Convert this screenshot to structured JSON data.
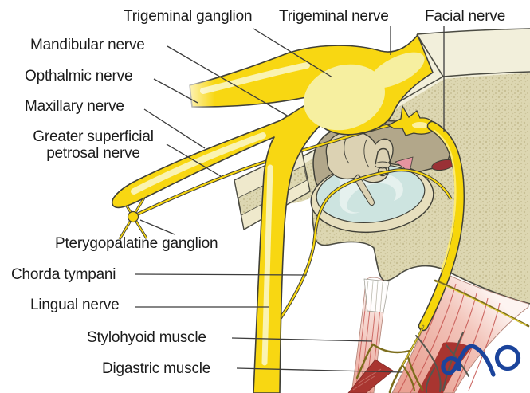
{
  "figure": {
    "type": "anatomical-diagram",
    "subject": "Facial and trigeminal nerve anatomy at the temporal bone",
    "labels": {
      "trigeminal_ganglion": "Trigeminal ganglion",
      "trigeminal_nerve": "Trigeminal nerve",
      "facial_nerve": "Facial nerve",
      "mandibular_nerve": "Mandibular nerve",
      "opthalmic_nerve": "Opthalmic nerve",
      "maxillary_nerve": "Maxillary nerve",
      "greater_superficial_petrosal_line1": "Greater superficial",
      "greater_superficial_petrosal_line2": "petrosal nerve",
      "pterygopalatine_ganglion": "Pterygopalatine ganglion",
      "chorda_tympani": "Chorda tympani",
      "lingual_nerve": "Lingual nerve",
      "stylohyoid_muscle": "Stylohyoid muscle",
      "digastric_muscle": "Digastric muscle"
    },
    "logo": "AO",
    "colors": {
      "nerve_yellow": "#f8d712",
      "nerve_highlight": "#f6efa0",
      "bone_cancellous": "#ddd7b2",
      "bone_cortical": "#f2efdb",
      "middle_ear_cavity": "#b2a78a",
      "tympanic_membrane": "#cde4e0",
      "muscle_pink": "#eba396",
      "muscle_red": "#c4524e",
      "muscle_deep_red": "#a93530",
      "dark_red_structure": "#9a3136",
      "logo_blue": "#1b449c",
      "outline": "#3f3f37",
      "label_text": "#1b1b1b"
    }
  }
}
